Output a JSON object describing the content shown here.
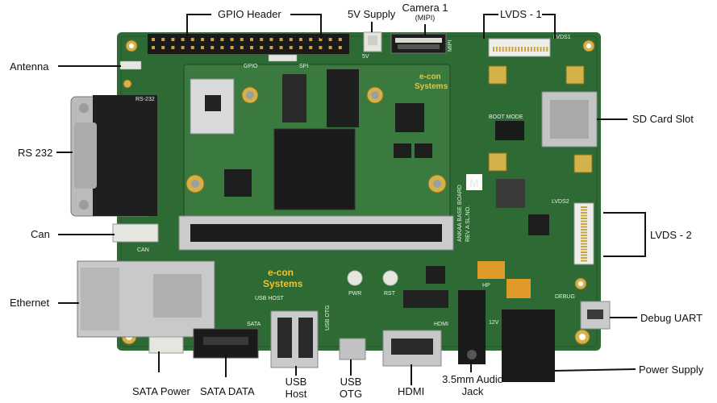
{
  "callouts": {
    "gpio_header": "GPIO Header",
    "supply_5v": "5V Supply",
    "camera": "Camera 1",
    "camera_sub": "(MIPI)",
    "lvds1": "LVDS - 1",
    "antenna": "Antenna",
    "sd_card": "SD Card Slot",
    "rs232": "RS 232",
    "can": "Can",
    "lvds2": "LVDS - 2",
    "ethernet": "Ethernet",
    "debug_uart": "Debug UART",
    "sata_power": "SATA Power",
    "sata_data": "SATA DATA",
    "usb_host_1": "USB",
    "usb_host_2": "Host",
    "usb_otg_1": "USB",
    "usb_otg_2": "OTG",
    "hdmi": "HDMI",
    "audio_1": "3.5mm Audio",
    "audio_2": "Jack",
    "power_supply": "Power Supply"
  },
  "silkscreen": {
    "gpio": "GPIO",
    "spi": "SPI",
    "supply": "5V",
    "mipi": "MIPI",
    "lvds1": "LVDS1",
    "boot_mode": "BOOT MODE",
    "rs232": "RS-232",
    "lvds2": "LVDS2",
    "can": "CAN",
    "usb_host": "USB HOST",
    "usb_otg": "USB OTG",
    "sata": "SATA",
    "pwr": "PWR",
    "rst": "RST",
    "hdmi": "HDMI",
    "hp": "HP",
    "debug": "DEBUG",
    "v12": "12V",
    "base_board": "ANKAA BASE BOARD",
    "rev": "REV A SL.NO.",
    "brand_1": "e-con",
    "brand_2": "Systems"
  },
  "colors": {
    "pcb": "#2f6b34",
    "pcb_dark": "#24552a",
    "som": "#3b7a3f",
    "pad_gold": "#d4b24a",
    "connector_white": "#e6e6e0",
    "metal": "#b5b8ba",
    "leader": "#111111"
  }
}
